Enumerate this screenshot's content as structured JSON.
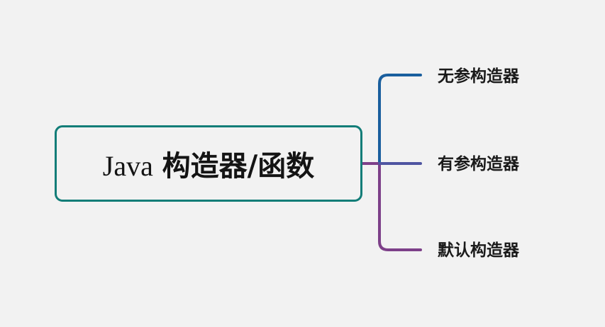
{
  "root": {
    "title_latin": "Java",
    "title_cjk": "构造器/函数",
    "border_color": "#127d78"
  },
  "branches": [
    {
      "label": "无参构造器",
      "color": "#1a5f9e"
    },
    {
      "label": "有参构造器",
      "color": "#4f55a1"
    },
    {
      "label": "默认构造器",
      "color": "#7d4089"
    }
  ],
  "background": "#f2f2f2"
}
